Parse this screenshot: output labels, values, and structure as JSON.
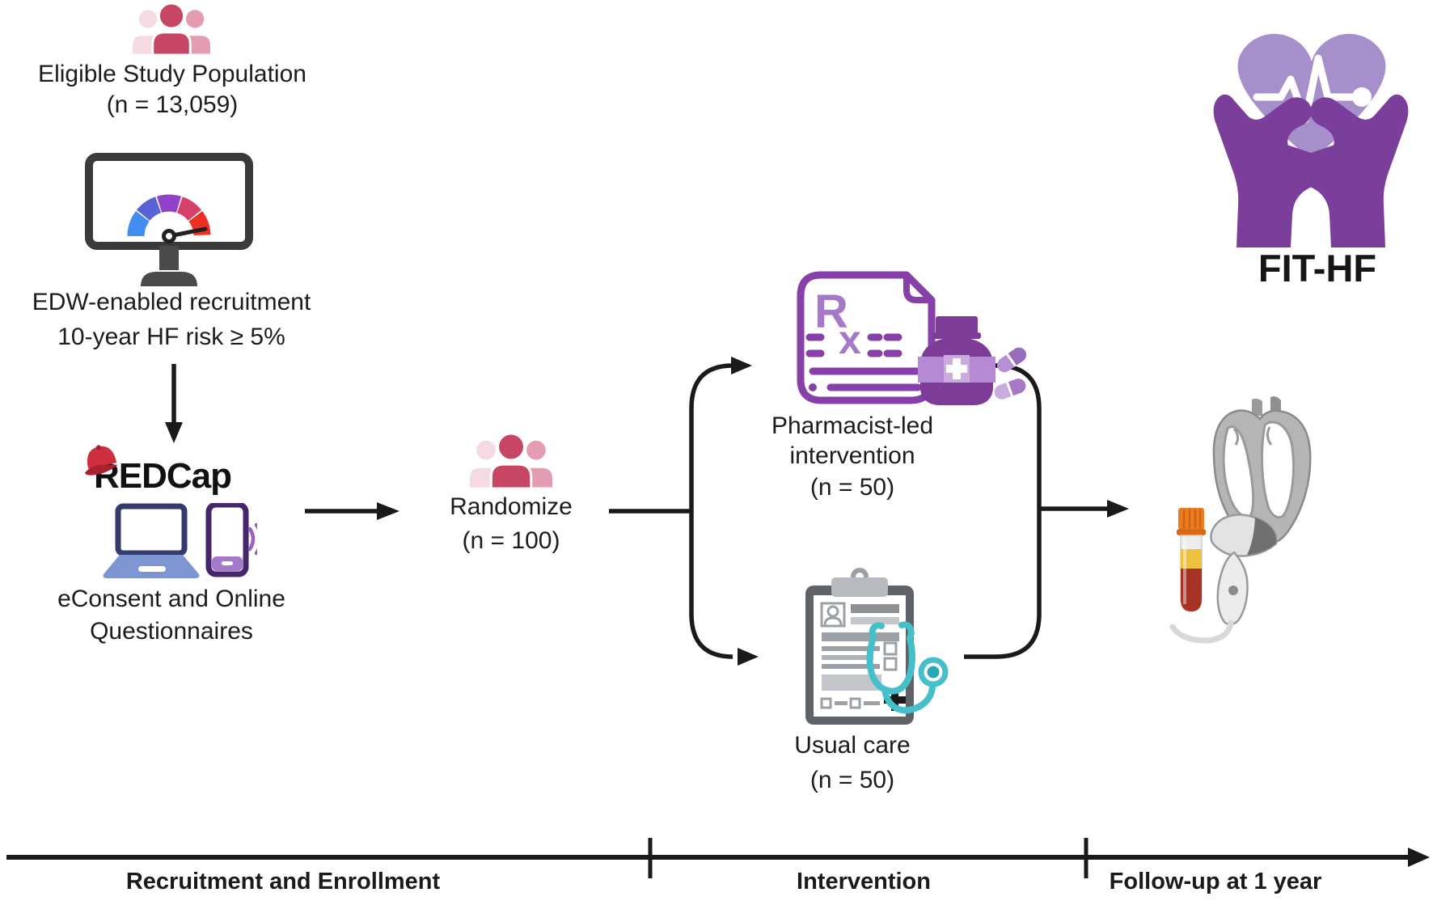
{
  "recruitment": {
    "population_title": "Eligible Study Population",
    "population_n": "(n = 13,059)",
    "edw_line1": "EDW-enabled recruitment",
    "edw_line2": "10-year HF risk ≥ 5%",
    "redcap_wordmark": "REDCap",
    "econsent_line1": "eConsent and Online",
    "econsent_line2": "Questionnaires"
  },
  "randomize": {
    "label": "Randomize",
    "n": "(n = 100)"
  },
  "intervention_arm": {
    "label_line1": "Pharmacist-led",
    "label_line2": "intervention",
    "n": "(n = 50)"
  },
  "usual_care_arm": {
    "label": "Usual care",
    "n": "(n = 50)"
  },
  "rx_icon_letters": {
    "r": "R",
    "x": "x"
  },
  "study_logo": {
    "name": "FIT-HF"
  },
  "timeline": {
    "phases": [
      {
        "label": "Recruitment and Enrollment"
      },
      {
        "label": "Intervention"
      },
      {
        "label": "Follow-up at 1 year"
      }
    ]
  },
  "colors": {
    "connector_black": "#1a1a1a",
    "people_rose": "#c64663",
    "people_pale": "#f5dbe1",
    "people_medium": "#e49cb0",
    "gauge_segments": [
      "#418df0",
      "#5a62d8",
      "#9143c8",
      "#d6406a",
      "#ee2f24"
    ],
    "monitor_gray": "#3a3a3a",
    "redcap_cap_red": "#cf2e3f",
    "laptop_blue": "#7d96d2",
    "laptop_navy": "#333a6d",
    "phone_dark_purple": "#45266b",
    "phone_light_purple": "#a678c8",
    "rx_purple": "#8640a8",
    "rx_light_purple": "#a678c8",
    "clipboard_dark": "#5f6368",
    "clipboard_light": "#b7babf",
    "stethoscope_teal": "#45bfca",
    "tube_cap_orange": "#ea7c22",
    "tube_plasma_yellow": "#edc23f",
    "tube_blood_red": "#a63324",
    "echo_gray": "#b5b5b5",
    "logo_heart_lilac": "#a78fcb",
    "logo_hands_purple": "#7b3f9b"
  }
}
